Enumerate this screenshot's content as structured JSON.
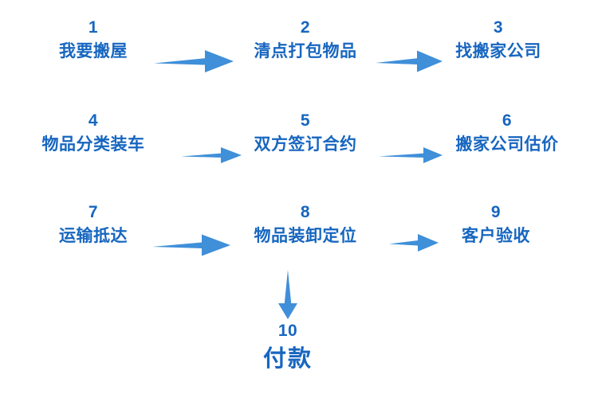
{
  "diagram": {
    "title_visible": false,
    "background_color": "#ffffff",
    "text_color": "#1766c0",
    "arrow_color": "#3f8fd9",
    "language": "zh-CN",
    "type": "process-flowchart",
    "step_count": 10
  },
  "steps": [
    {
      "number": "1",
      "label": "我要搬屋",
      "row": 1,
      "col": 1
    },
    {
      "number": "2",
      "label": "清点打包物品",
      "row": 1,
      "col": 2
    },
    {
      "number": "3",
      "label": "找搬家公司",
      "row": 1,
      "col": 3
    },
    {
      "number": "4",
      "label": "物品分类装车",
      "row": 2,
      "col": 1
    },
    {
      "number": "5",
      "label": "双方签订合约",
      "row": 2,
      "col": 2
    },
    {
      "number": "6",
      "label": "搬家公司估价",
      "row": 2,
      "col": 3
    },
    {
      "number": "7",
      "label": "运输抵达",
      "row": 3,
      "col": 1
    },
    {
      "number": "8",
      "label": "物品装卸定位",
      "row": 3,
      "col": 2
    },
    {
      "number": "9",
      "label": "客户验收",
      "row": 3,
      "col": 3
    },
    {
      "number": "10",
      "label": "付款",
      "row": 4,
      "col": 2
    }
  ],
  "connectors": [
    {
      "name": "arrow-1-to-2",
      "from": "1",
      "to": "2",
      "direction": "right"
    },
    {
      "name": "arrow-2-to-3",
      "from": "2",
      "to": "3",
      "direction": "right"
    },
    {
      "name": "arrow-4-to-5",
      "from": "4",
      "to": "5",
      "direction": "right"
    },
    {
      "name": "arrow-5-to-6",
      "from": "5",
      "to": "6",
      "direction": "right"
    },
    {
      "name": "arrow-7-to-8",
      "from": "7",
      "to": "8",
      "direction": "right"
    },
    {
      "name": "arrow-8-to-9",
      "from": "8",
      "to": "9",
      "direction": "right"
    },
    {
      "name": "arrow-8-to-10",
      "from": "8",
      "to": "10",
      "direction": "down"
    }
  ]
}
